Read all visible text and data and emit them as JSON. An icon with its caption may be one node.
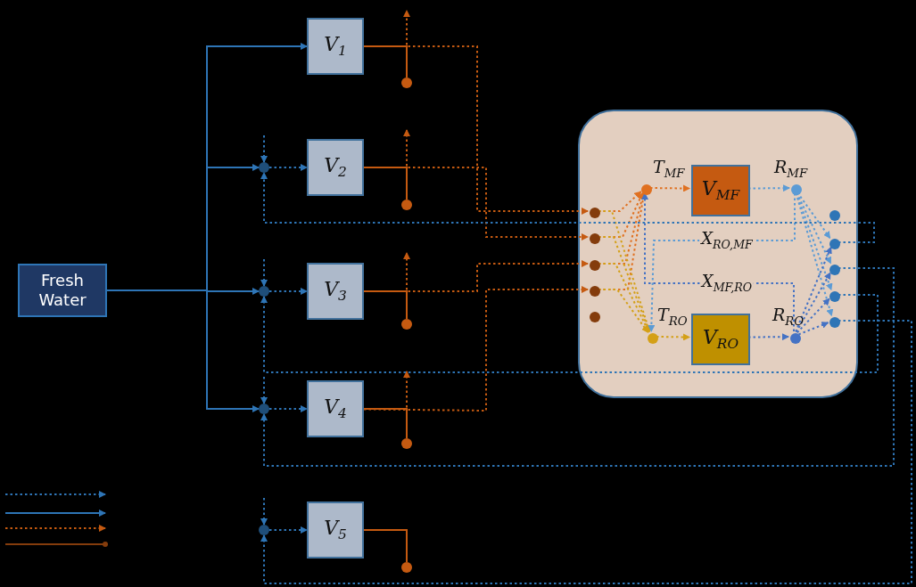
{
  "diagram": {
    "nodes": [
      {
        "text": [
          "Fresh Water"
        ]
      },
      {
        "text": [
          "V$_{1}$"
        ]
      },
      {
        "text": [
          "V$_{2}$"
        ]
      },
      {
        "text": [
          "V$_{3}$"
        ]
      },
      {
        "text": [
          "V$_{4}$"
        ]
      },
      {
        "text": [
          "V$_{5}$"
        ]
      },
      {
        "text": [],
        "shape": "box"
      },
      {
        "text": [],
        "shape": "circle",
        "in": 6
      },
      {
        "text": [],
        "shape": "circle",
        "in": 6
      },
      {
        "text": [],
        "shape": "circle",
        "in": 6
      },
      {
        "text": [],
        "shape": "circle",
        "in": 6
      },
      {
        "text": [],
        "shape": "circle",
        "in": 6
      },
      {
        "text": [],
        "shape": "circle",
        "in": 6,
        "beside": [
          "T$_{MF}$"
        ]
      },
      {
        "text": [
          "V$_{MF}$"
        ],
        "in": 6
      },
      {
        "text": [],
        "shape": "circle",
        "in": 6,
        "beside": [
          "R$_{MF}$"
        ]
      },
      {
        "text": [],
        "shape": "circle",
        "in": 6,
        "beside": [
          "T$_{RO}$"
        ]
      },
      {
        "text": [
          "V$_{RO}$"
        ],
        "in": 6
      },
      {
        "text": [],
        "shape": "circle",
        "in": 6,
        "beside": [
          "R$_{RO}$"
        ]
      },
      {
        "text": [],
        "shape": "circle",
        "in": 6
      },
      {
        "text": [],
        "shape": "circle",
        "in": 6
      },
      {
        "text": [],
        "shape": "circle",
        "in": 6
      },
      {
        "text": [],
        "shape": "circle",
        "in": 6
      },
      {
        "text": [],
        "shape": "circle",
        "in": 6
      },
      {
        "text": [],
        "shape": "circle"
      },
      {
        "text": [],
        "shape": "circle"
      },
      {
        "text": [],
        "shape": "circle"
      },
      {
        "text": [],
        "shape": "circle"
      },
      {
        "text": [],
        "shape": "circle"
      },
      {
        "text": [],
        "shape": "circle"
      },
      {
        "text": [],
        "shape": "circle"
      },
      {
        "text": [],
        "shape": "circle"
      },
      {
        "text": [],
        "shape": "circle"
      }
    ],
    "edges": [
      {
        "from": 0,
        "to": 1,
        "arrow": "to",
        "color": "#2e75b6"
      },
      {
        "from": 0,
        "to": 23,
        "arrow": "to",
        "color": "#2e75b6"
      },
      {
        "from": 0,
        "to": 24,
        "arrow": "to",
        "color": "#2e75b6"
      },
      {
        "from": 0,
        "to": 25,
        "arrow": "to",
        "color": "#2e75b6"
      },
      {
        "from": null,
        "to": 23,
        "arrow": "to",
        "style": "dashed",
        "color": "#2e75b6"
      },
      {
        "from": null,
        "to": 24,
        "arrow": "to",
        "style": "dashed",
        "color": "#2e75b6"
      },
      {
        "from": null,
        "to": 25,
        "arrow": "to",
        "style": "dashed",
        "color": "#2e75b6"
      },
      {
        "from": null,
        "to": 26,
        "arrow": "to",
        "style": "dashed",
        "color": "#2e75b6"
      },
      {
        "from": 23,
        "to": 2,
        "arrow": "to",
        "style": "dashed",
        "color": "#2e75b6"
      },
      {
        "from": 24,
        "to": 3,
        "arrow": "to",
        "style": "dashed",
        "color": "#2e75b6"
      },
      {
        "from": 25,
        "to": 4,
        "arrow": "to",
        "style": "dashed",
        "color": "#2e75b6"
      },
      {
        "from": 26,
        "to": 5,
        "arrow": "to",
        "style": "dashed",
        "color": "#2e75b6"
      },
      {
        "from": 1,
        "to": 27,
        "arrow": "none",
        "color": "#c55a11"
      },
      {
        "from": 2,
        "to": 28,
        "arrow": "none",
        "color": "#c55a11"
      },
      {
        "from": 3,
        "to": 29,
        "arrow": "none",
        "color": "#c55a11"
      },
      {
        "from": 4,
        "to": 30,
        "arrow": "none",
        "color": "#c55a11"
      },
      {
        "from": 5,
        "to": 31,
        "arrow": "none",
        "color": "#c55a11"
      },
      {
        "from": 1,
        "to": null,
        "arrow": "to",
        "style": "dashed",
        "color": "#c55a11"
      },
      {
        "from": 2,
        "to": null,
        "arrow": "to",
        "style": "dashed",
        "color": "#c55a11"
      },
      {
        "from": 3,
        "to": null,
        "arrow": "to",
        "style": "dashed",
        "color": "#c55a11"
      },
      {
        "from": 4,
        "to": null,
        "arrow": "to",
        "style": "dashed",
        "color": "#c55a11"
      },
      {
        "from": 1,
        "to": 7,
        "arrow": "to",
        "style": "dashed",
        "color": "#c55a11"
      },
      {
        "from": 2,
        "to": 8,
        "arrow": "to",
        "style": "dashed",
        "color": "#c55a11"
      },
      {
        "from": 3,
        "to": 9,
        "arrow": "to",
        "style": "dashed",
        "color": "#c55a11"
      },
      {
        "from": 4,
        "to": 10,
        "arrow": "to",
        "style": "dashed",
        "color": "#c55a11"
      },
      {
        "from": 7,
        "to": 12,
        "arrow": "to",
        "style": "dashed",
        "color": "#e07020"
      },
      {
        "from": 8,
        "to": 12,
        "arrow": "to",
        "style": "dashed",
        "color": "#e07020"
      },
      {
        "from": 9,
        "to": 12,
        "arrow": "to",
        "style": "dashed",
        "color": "#e07020"
      },
      {
        "from": 10,
        "to": 12,
        "arrow": "to",
        "style": "dashed",
        "color": "#e07020"
      },
      {
        "from": 7,
        "to": 15,
        "arrow": "to",
        "style": "dashed",
        "color": "#d4a017"
      },
      {
        "from": 8,
        "to": 15,
        "arrow": "to",
        "style": "dashed",
        "color": "#d4a017"
      },
      {
        "from": 9,
        "to": 15,
        "arrow": "to",
        "style": "dashed",
        "color": "#d4a017"
      },
      {
        "from": 10,
        "to": 15,
        "arrow": "to",
        "style": "dashed",
        "color": "#d4a017"
      },
      {
        "from": 12,
        "to": 13,
        "arrow": "to",
        "style": "dashed",
        "color": "#e07020"
      },
      {
        "from": 13,
        "to": 14,
        "arrow": "to",
        "style": "dashed",
        "color": "#5b9bd5"
      },
      {
        "from": 15,
        "to": 16,
        "arrow": "to",
        "style": "dashed",
        "color": "#d4a017"
      },
      {
        "from": 16,
        "to": 17,
        "arrow": "to",
        "style": "dashed",
        "color": "#4472c4"
      },
      {
        "from": 14,
        "to": 15,
        "label": "X$_{RO,MF}$",
        "arrow": "to",
        "style": "dashed",
        "color": "#5b9bd5"
      },
      {
        "from": 17,
        "to": 12,
        "label": "X$_{MF,RO}$",
        "arrow": "to",
        "style": "dashed",
        "color": "#4472c4"
      },
      {
        "from": 14,
        "to": 19,
        "arrow": "to",
        "style": "dashed",
        "color": "#5b9bd5"
      },
      {
        "from": 14,
        "to": 20,
        "arrow": "to",
        "style": "dashed",
        "color": "#5b9bd5"
      },
      {
        "from": 14,
        "to": 21,
        "arrow": "to",
        "style": "dashed",
        "color": "#5b9bd5"
      },
      {
        "from": 14,
        "to": 22,
        "arrow": "to",
        "style": "dashed",
        "color": "#5b9bd5"
      },
      {
        "from": 17,
        "to": 19,
        "arrow": "to",
        "style": "dashed",
        "color": "#4472c4"
      },
      {
        "from": 17,
        "to": 20,
        "arrow": "to",
        "style": "dashed",
        "color": "#4472c4"
      },
      {
        "from": 17,
        "to": 21,
        "arrow": "to",
        "style": "dashed",
        "color": "#4472c4"
      },
      {
        "from": 17,
        "to": 22,
        "arrow": "to",
        "style": "dashed",
        "color": "#4472c4"
      },
      {
        "from": 19,
        "to": 23,
        "arrow": "to",
        "style": "dashed",
        "color": "#2e75b6"
      },
      {
        "from": 21,
        "to": 24,
        "arrow": "to",
        "style": "dashed",
        "color": "#2e75b6"
      },
      {
        "from": 20,
        "to": 25,
        "arrow": "to",
        "style": "dashed",
        "color": "#2e75b6"
      },
      {
        "from": 22,
        "to": 26,
        "arrow": "to",
        "style": "dashed",
        "color": "#2e75b6"
      }
    ]
  }
}
